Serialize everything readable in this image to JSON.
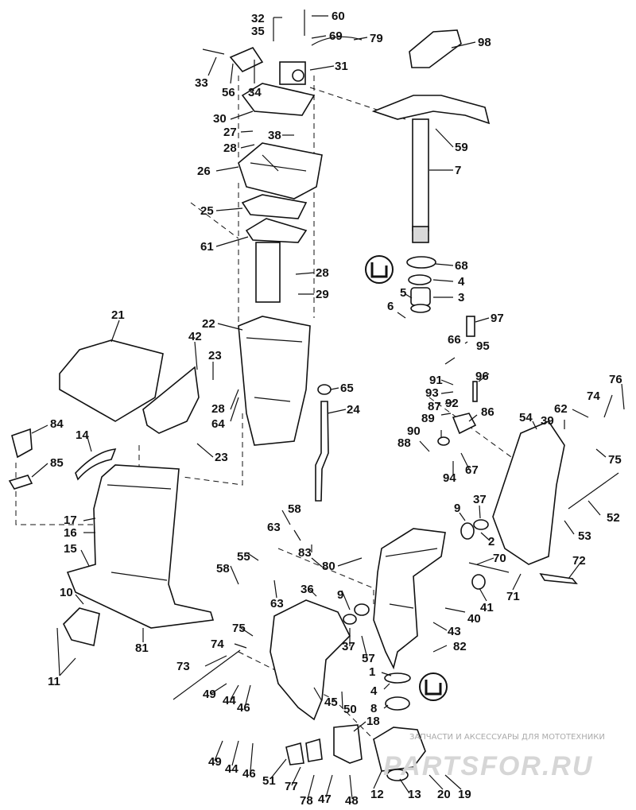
{
  "callouts": {
    "c1": "1",
    "c2": "2",
    "c3": "3",
    "c4": "4",
    "c4b": "4",
    "c5": "5",
    "c6": "6",
    "c7": "7",
    "c8": "8",
    "c9": "9",
    "c9b": "9",
    "c10": "10",
    "c11": "11",
    "c12": "12",
    "c13": "13",
    "c14": "14",
    "c15": "15",
    "c16": "16",
    "c17": "17",
    "c18": "18",
    "c19": "19",
    "c20": "20",
    "c21": "21",
    "c22": "22",
    "c23": "23",
    "c23b": "23",
    "c24": "24",
    "c25": "25",
    "c26": "26",
    "c27": "27",
    "c28": "28",
    "c28b": "28",
    "c28c": "28",
    "c29": "29",
    "c30": "30",
    "c31": "31",
    "c32": "32",
    "c33": "33",
    "c34": "34",
    "c35": "35",
    "c36": "36",
    "c37": "37",
    "c37b": "37",
    "c38": "38",
    "c39": "39",
    "c40": "40",
    "c41": "41",
    "c42": "42",
    "c43": "43",
    "c44": "44",
    "c44b": "44",
    "c45": "45",
    "c46": "46",
    "c46b": "46",
    "c47": "47",
    "c48": "48",
    "c49": "49",
    "c49b": "49",
    "c50": "50",
    "c51": "51",
    "c52": "52",
    "c53": "53",
    "c54": "54",
    "c55": "55",
    "c56": "56",
    "c57": "57",
    "c58": "58",
    "c58b": "58",
    "c59": "59",
    "c60": "60",
    "c61": "61",
    "c62": "62",
    "c63": "63",
    "c63b": "63",
    "c64": "64",
    "c65": "65",
    "c66": "66",
    "c67": "67",
    "c68": "68",
    "c69": "69",
    "c70": "70",
    "c71": "71",
    "c72": "72",
    "c73": "73",
    "c74": "74",
    "c74b": "74",
    "c75": "75",
    "c75b": "75",
    "c76": "76",
    "c77": "77",
    "c78": "78",
    "c79": "79",
    "c80": "80",
    "c81": "81",
    "c82": "82",
    "c83": "83",
    "c84": "84",
    "c85": "85",
    "c86": "86",
    "c87": "87",
    "c88": "88",
    "c89": "89",
    "c90": "90",
    "c91": "91",
    "c92": "92",
    "c93": "93",
    "c94": "94",
    "c95": "95",
    "c96": "96",
    "c97": "97",
    "c98": "98"
  },
  "watermark": {
    "tagline": "ЗАПЧАСТИ И АКСЕССУАРЫ ДЛЯ МОТОТЕХНИКИ",
    "logo": "PARTSFOR.RU"
  },
  "icons": [
    "lubricant-icon",
    "lubricant-icon"
  ]
}
